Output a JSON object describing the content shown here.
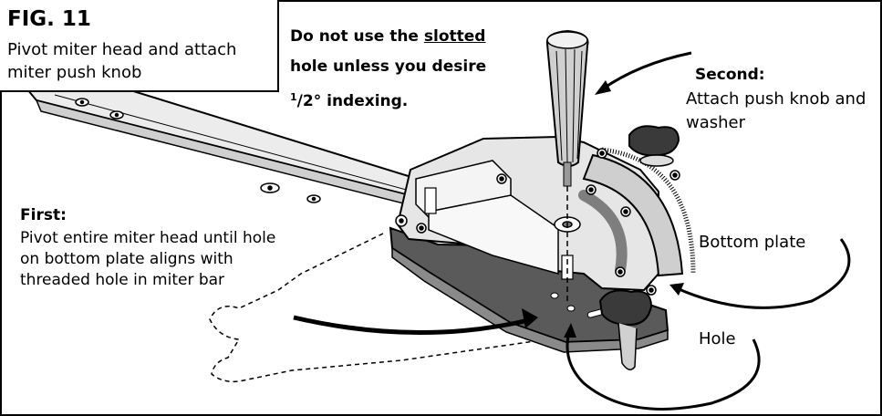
{
  "figure": {
    "number": "FIG. 11",
    "caption": "Pivot miter head and attach miter push knob"
  },
  "warning": {
    "line1_start": "Do not use the ",
    "line1_underlined": "slotted",
    "line2": "hole unless you desire",
    "line3_fraction_num": "1",
    "line3_rest": "/2° indexing."
  },
  "callouts": {
    "second_title": "Second:",
    "second_body": "Attach push knob and washer",
    "first_title": "First:",
    "first_body": "Pivot entire miter head until hole on bottom plate aligns with threaded hole in miter bar",
    "bottom_plate": "Bottom plate",
    "hole": "Hole"
  },
  "colors": {
    "ink": "#000000",
    "plate_dark": "#5a5a5a",
    "head_light": "#e6e6e6",
    "knob": "#d0d0d0"
  },
  "icons": {
    "push_knob": "miter-push-knob",
    "lock_knob": "wing-lock-knob"
  }
}
